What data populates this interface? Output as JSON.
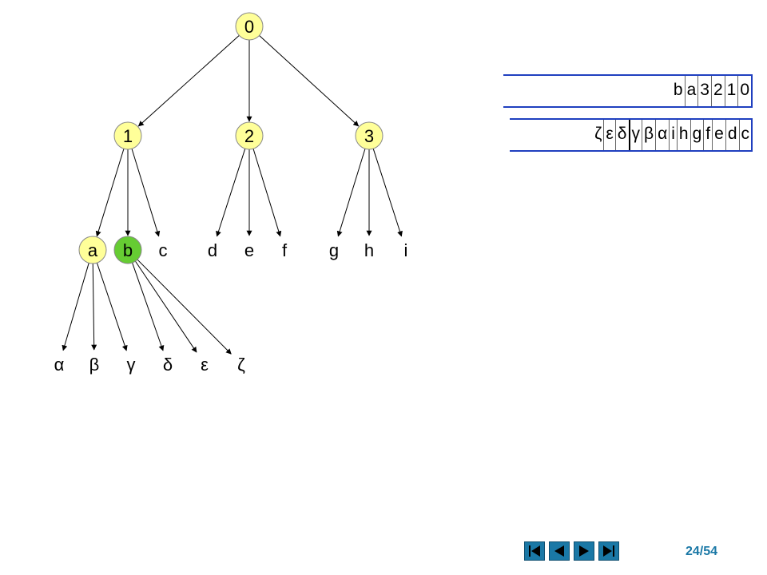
{
  "tree": {
    "nodes": [
      {
        "id": "0",
        "label": "0",
        "state": "done"
      },
      {
        "id": "1",
        "label": "1",
        "state": "done"
      },
      {
        "id": "2",
        "label": "2",
        "state": "done"
      },
      {
        "id": "3",
        "label": "3",
        "state": "done"
      },
      {
        "id": "a",
        "label": "a",
        "state": "done"
      },
      {
        "id": "b",
        "label": "b",
        "state": "current"
      },
      {
        "id": "c",
        "label": "c",
        "state": "none"
      },
      {
        "id": "d",
        "label": "d",
        "state": "none"
      },
      {
        "id": "e",
        "label": "e",
        "state": "none"
      },
      {
        "id": "f",
        "label": "f",
        "state": "none"
      },
      {
        "id": "g",
        "label": "g",
        "state": "none"
      },
      {
        "id": "h",
        "label": "h",
        "state": "none"
      },
      {
        "id": "i",
        "label": "i",
        "state": "none"
      },
      {
        "id": "alpha",
        "label": "α",
        "state": "none"
      },
      {
        "id": "beta",
        "label": "β",
        "state": "none"
      },
      {
        "id": "gamma",
        "label": "γ",
        "state": "none"
      },
      {
        "id": "delta",
        "label": "δ",
        "state": "none"
      },
      {
        "id": "epsilon",
        "label": "ε",
        "state": "none"
      },
      {
        "id": "zeta",
        "label": "ζ",
        "state": "none"
      }
    ],
    "edges": [
      [
        "0",
        "1"
      ],
      [
        "0",
        "2"
      ],
      [
        "0",
        "3"
      ],
      [
        "1",
        "a"
      ],
      [
        "1",
        "b"
      ],
      [
        "1",
        "c"
      ],
      [
        "2",
        "d"
      ],
      [
        "2",
        "e"
      ],
      [
        "2",
        "f"
      ],
      [
        "3",
        "g"
      ],
      [
        "3",
        "h"
      ],
      [
        "3",
        "i"
      ],
      [
        "a",
        "alpha"
      ],
      [
        "a",
        "beta"
      ],
      [
        "a",
        "gamma"
      ],
      [
        "b",
        "delta"
      ],
      [
        "b",
        "epsilon"
      ],
      [
        "b",
        "zeta"
      ]
    ],
    "colors": {
      "done": "#ffff99",
      "current": "#66cc33",
      "none": "#ffffff"
    }
  },
  "queues": {
    "visited": [
      "0",
      "1",
      "2",
      "3",
      "a",
      "b"
    ],
    "pending": [
      "c",
      "d",
      "e",
      "f",
      "g",
      "h",
      "i",
      "α",
      "β",
      "γ",
      "δ",
      "ε",
      "ζ"
    ]
  },
  "navigation": {
    "current_page": "24",
    "total_pages": "/54",
    "buttons": [
      "first-icon",
      "previous-icon",
      "next-icon",
      "last-icon"
    ]
  }
}
